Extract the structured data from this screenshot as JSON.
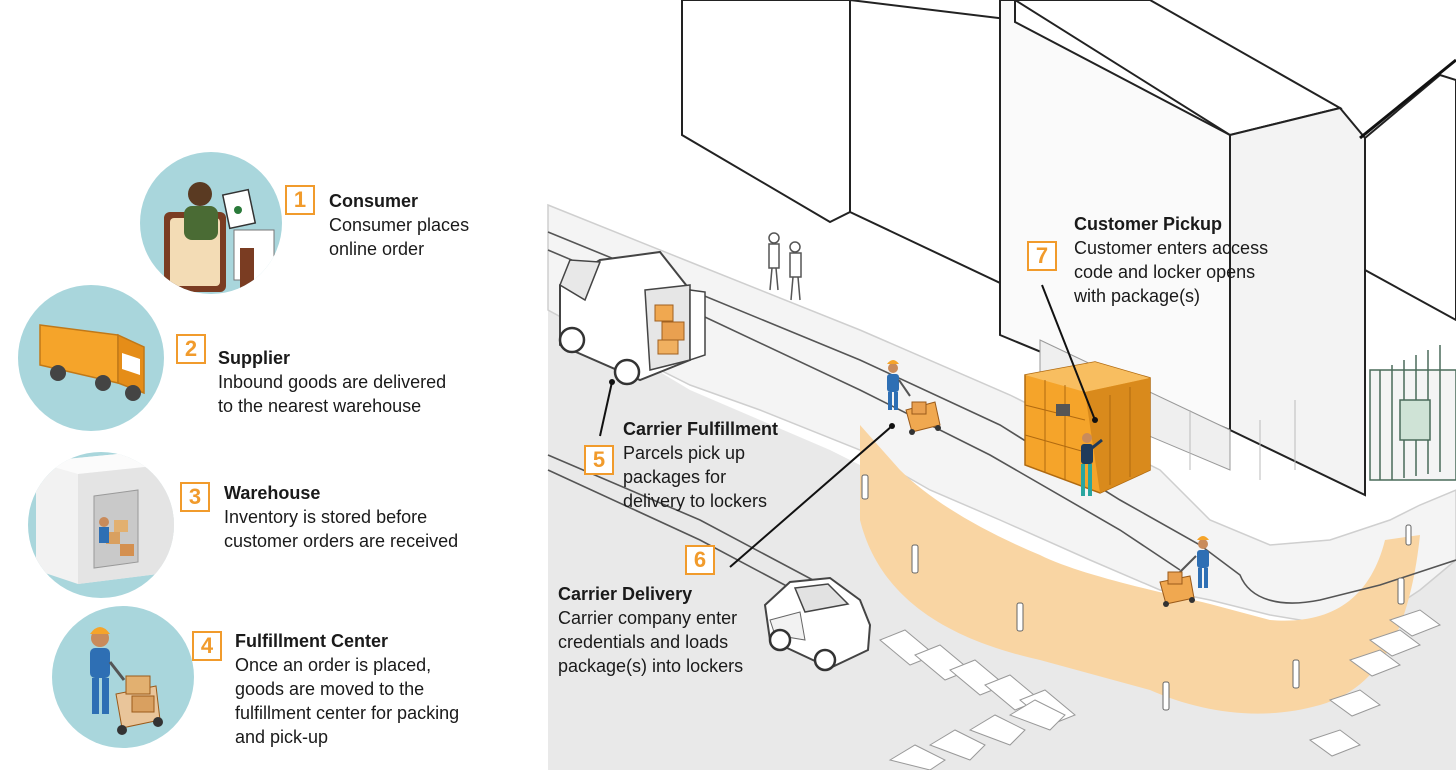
{
  "colors": {
    "accent": "#f19b2c",
    "zone": "#f9d5a3",
    "locker": "#f5a42a",
    "circle_bg": "#a9d6dc"
  },
  "steps": [
    {
      "number": "1",
      "title": "Consumer",
      "desc": [
        "Consumer places",
        "online order"
      ],
      "icon": "consumer-at-laptop-icon"
    },
    {
      "number": "2",
      "title": "Supplier",
      "desc": [
        "Inbound goods are delivered",
        "to the nearest warehouse"
      ],
      "icon": "delivery-truck-icon"
    },
    {
      "number": "3",
      "title": "Warehouse",
      "desc": [
        "Inventory is stored before",
        "customer orders are received"
      ],
      "icon": "warehouse-icon"
    },
    {
      "number": "4",
      "title": "Fulfillment Center",
      "desc": [
        "Once an order is placed,",
        "goods are moved to the",
        "fulfillment center for packing",
        "and pick-up"
      ],
      "icon": "worker-with-hand-truck-icon"
    },
    {
      "number": "5",
      "title": "Carrier Fulfillment",
      "desc": [
        "Parcels pick up",
        "packages for",
        "delivery to lockers"
      ],
      "icon": "parcel-van-icon"
    },
    {
      "number": "6",
      "title": "Carrier Delivery",
      "desc": [
        "Carrier company enter",
        "credentials and loads",
        "package(s) into lockers"
      ],
      "icon": "carrier-worker-icon"
    },
    {
      "number": "7",
      "title": "Customer Pickup",
      "desc": [
        "Customer enters access",
        "code and locker opens",
        "with package(s)"
      ],
      "icon": "parcel-locker-icon"
    }
  ]
}
